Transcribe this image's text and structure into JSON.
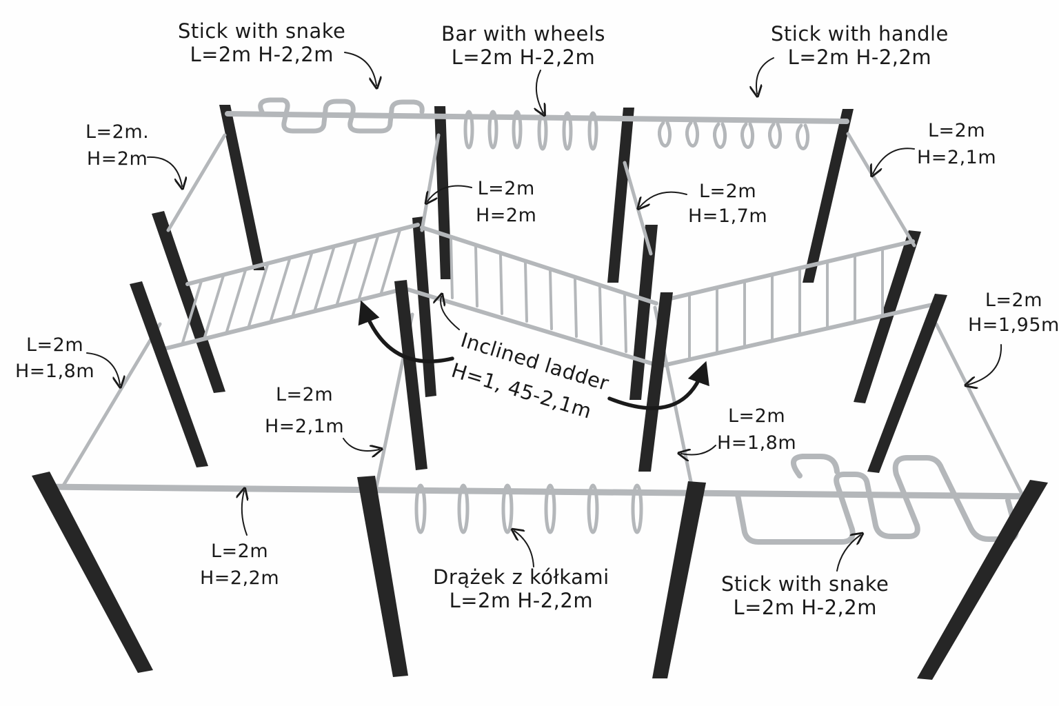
{
  "labels": {
    "snake_back": {
      "title": "Stick with snake",
      "dims": "L=2m H-2,2m"
    },
    "wheels_back": {
      "title": "Bar with wheels",
      "dims": "L=2m H-2,2m"
    },
    "handle_back": {
      "title": "Stick with handle",
      "dims": "L=2m H-2,2m"
    },
    "left_upper": {
      "l": "L=2m.",
      "h": "H=2m"
    },
    "center_upper": {
      "l": "L=2m",
      "h": "H=2m"
    },
    "center_mid": {
      "l": "L=2m",
      "h": "H=1,7m"
    },
    "right_upper": {
      "l": "L=2m",
      "h": "H=2,1m"
    },
    "right_mid": {
      "l": "L=2m",
      "h": "H=1,95m"
    },
    "left_lower": {
      "l": "L=2m",
      "h": "H=1,8m"
    },
    "center_lower_left": {
      "l": "L=2m",
      "h": "H=2,1m"
    },
    "center_lower_right": {
      "l": "L=2m",
      "h": "H=1,8m"
    },
    "front_left": {
      "l": "L=2m",
      "h": "H=2,2m"
    },
    "inclined": {
      "title": "Inclined ladder",
      "h": "H=1, 45-2,1m"
    },
    "wheels_front": {
      "title": "Drążek z kółkami",
      "dims": "L=2m H-2,2m"
    },
    "snake_front": {
      "title": "Stick with snake",
      "dims": "L=2m H-2,2m"
    }
  },
  "colors": {
    "post": "#262626",
    "pipe": "#b4b7ba",
    "pipe_edge": "#8a8d90",
    "ink": "#1a1a1a"
  }
}
